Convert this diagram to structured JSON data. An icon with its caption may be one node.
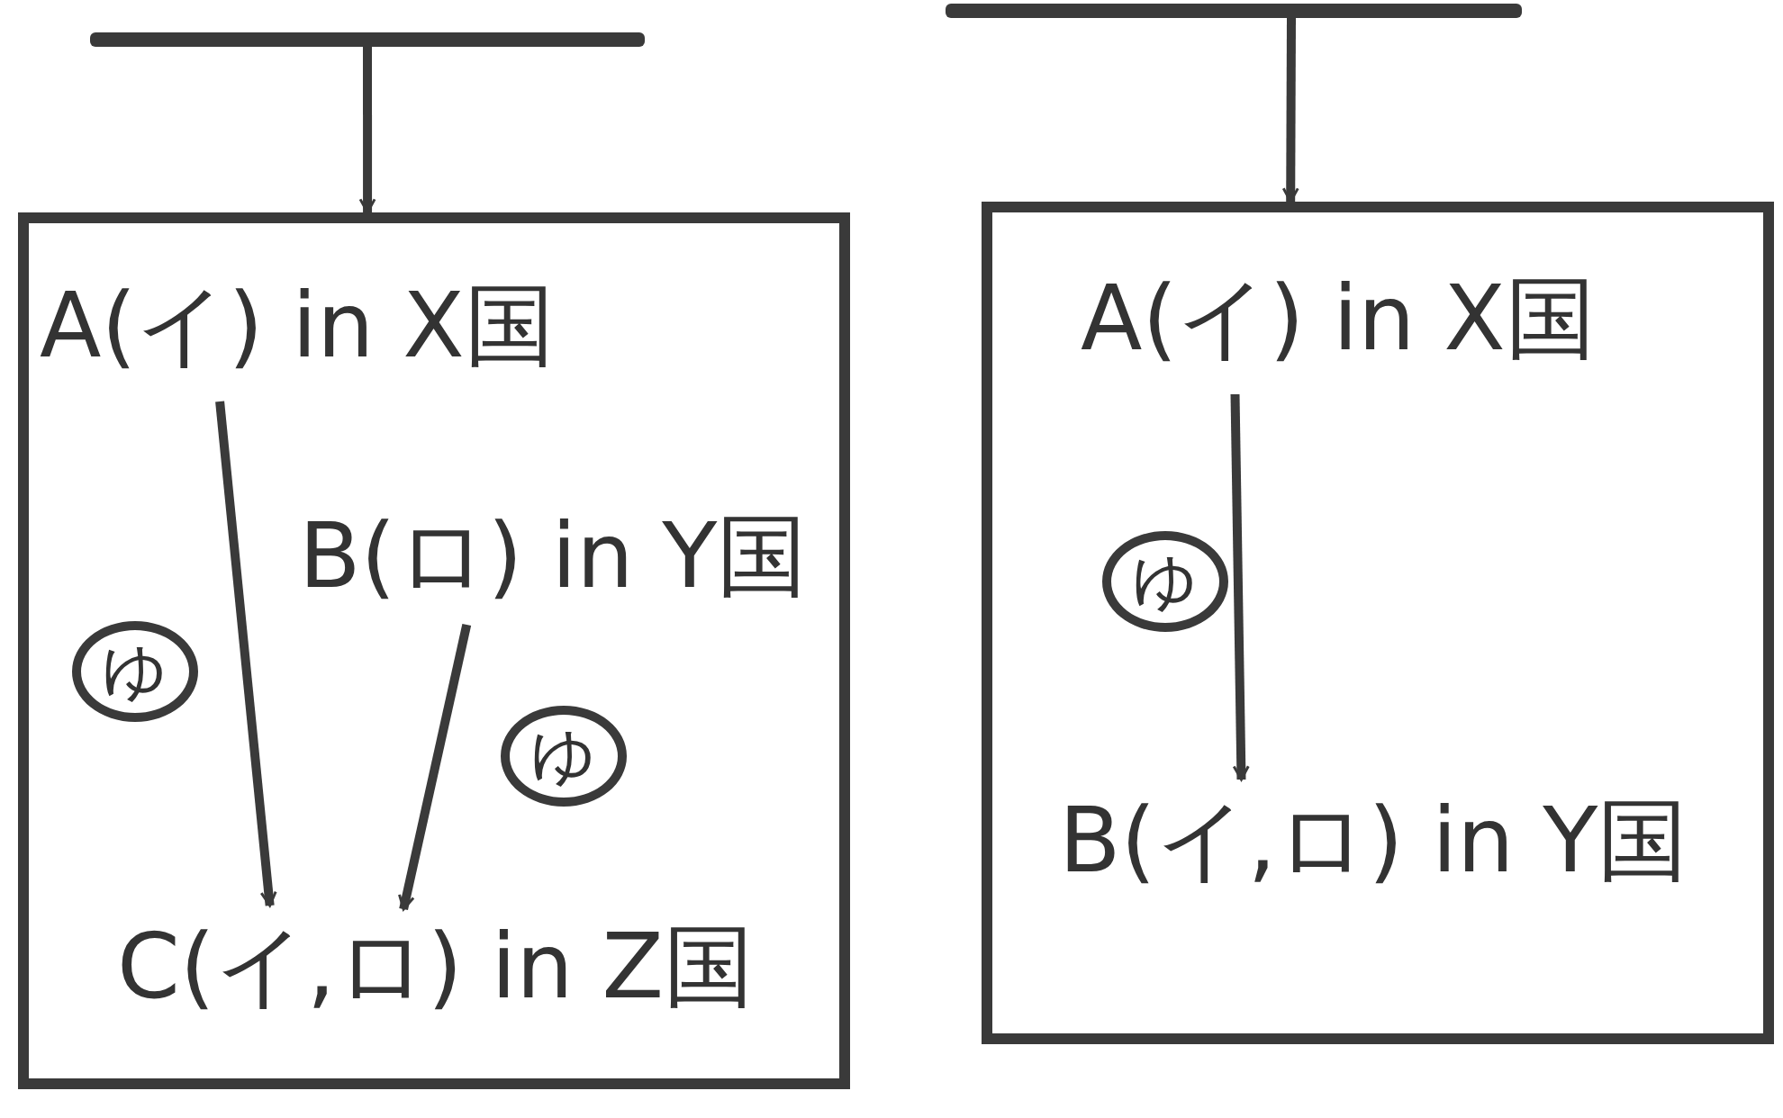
{
  "diagram": {
    "nodes": [
      {
        "text": [],
        "shape": "bar"
      },
      {
        "text": [],
        "shape": "box"
      },
      {
        "text": [
          "A(イ) in X国"
        ],
        "in": 1
      },
      {
        "text": [
          "B(ロ) in Y国"
        ],
        "in": 1
      },
      {
        "text": [
          "C(イ,ロ) in Z国"
        ],
        "in": 1
      },
      {
        "text": [],
        "shape": "bar"
      },
      {
        "text": [],
        "shape": "box"
      },
      {
        "text": [
          "A(イ) in X国"
        ],
        "in": 6
      },
      {
        "text": [
          "B(イ,ロ) in Y国"
        ],
        "in": 6
      }
    ],
    "edges": [
      {
        "from": 0,
        "to": 1,
        "arrow": "to"
      },
      {
        "from": 2,
        "to": 4,
        "arrow": "to",
        "label": "ゆ"
      },
      {
        "from": 3,
        "to": 4,
        "arrow": "to",
        "label": "ゆ"
      },
      {
        "from": 5,
        "to": 6,
        "arrow": "to"
      },
      {
        "from": 7,
        "to": 8,
        "arrow": "to",
        "label": "ゆ"
      }
    ]
  }
}
